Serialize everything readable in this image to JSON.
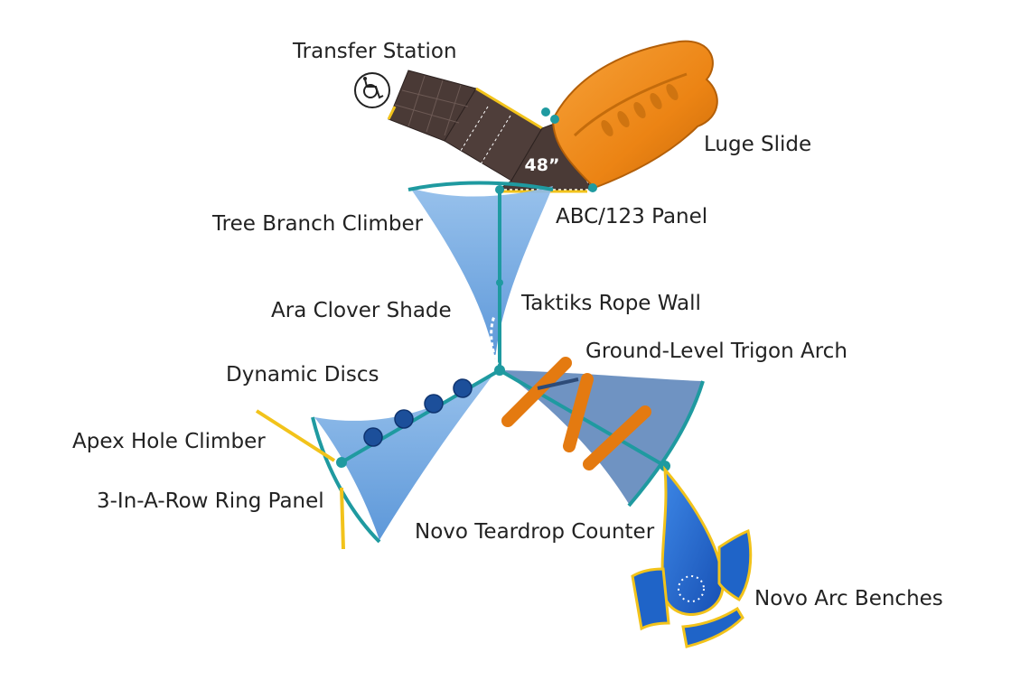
{
  "labels": {
    "transfer_station": "Transfer Station",
    "luge_slide": "Luge Slide",
    "abc_panel": "ABC/123 Panel",
    "tree_branch": "Tree Branch Climber",
    "ara_shade": "Ara Clover Shade",
    "taktiks": "Taktiks Rope Wall",
    "trigon_arch": "Ground-Level Trigon Arch",
    "dynamic_discs": "Dynamic Discs",
    "apex_hole": "Apex Hole Climber",
    "ring_panel": "3-In-A-Row Ring Panel",
    "novo_counter": "Novo Teardrop Counter",
    "arc_benches": "Novo Arc Benches"
  },
  "deck_height": "48”",
  "icons": {
    "accessibility": "wheelchair-icon"
  },
  "colors": {
    "frame": "#1f9aa0",
    "shade": "#5b9bdc",
    "slide": "#f08a1a",
    "deck": "#4a3a36",
    "counter": "#1f64c8",
    "trim": "#f2c31b"
  }
}
